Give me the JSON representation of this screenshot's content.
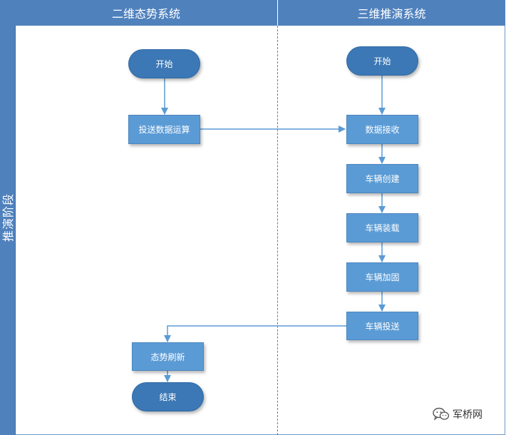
{
  "phase": {
    "label": "推演阶段"
  },
  "lanes": {
    "left": {
      "title": "二维态势系统"
    },
    "right": {
      "title": "三维推演系统"
    }
  },
  "left_nodes": {
    "start": "开始",
    "send_computation": "投送数据运算",
    "situation_refresh": "态势刷新",
    "end": "结束"
  },
  "right_nodes": {
    "start": "开始",
    "data_receive": "数据接收",
    "vehicle_create": "车辆创建",
    "vehicle_load": "车辆装载",
    "vehicle_secure": "车辆加固",
    "vehicle_deliver": "车辆投送"
  },
  "colors": {
    "lane_header": "#4f81bd",
    "terminal_fill": "#3c78b5",
    "process_fill": "#5b9bd5",
    "connector": "#5b9bd5"
  },
  "watermark": {
    "text": "军桥网",
    "icon": "wechat-icon"
  }
}
